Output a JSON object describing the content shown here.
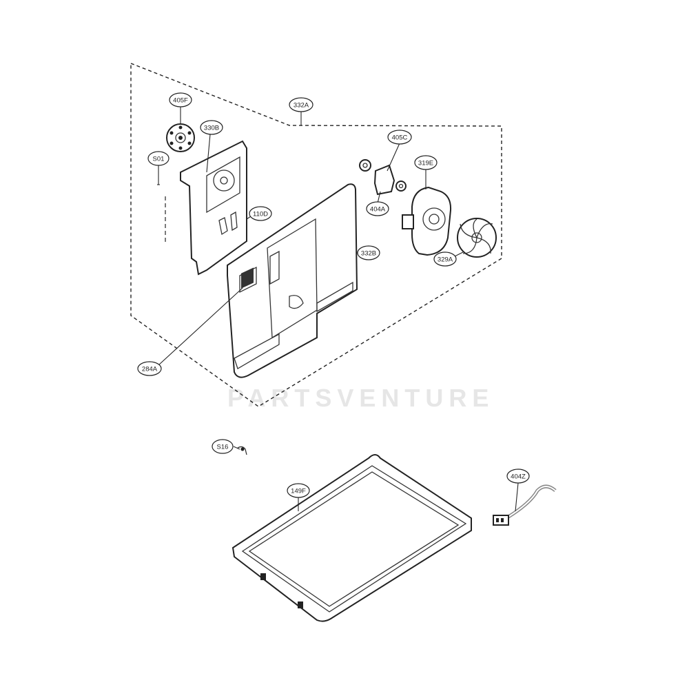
{
  "watermark": "PARTSVENTURE",
  "callouts": [
    {
      "id": "405F",
      "label": "405F"
    },
    {
      "id": "330B",
      "label": "330B"
    },
    {
      "id": "S01",
      "label": "S01"
    },
    {
      "id": "332A",
      "label": "332A"
    },
    {
      "id": "405C",
      "label": "405C"
    },
    {
      "id": "319E",
      "label": "319E"
    },
    {
      "id": "404A",
      "label": "404A"
    },
    {
      "id": "110D",
      "label": "110D"
    },
    {
      "id": "332B",
      "label": "332B"
    },
    {
      "id": "329A",
      "label": "329A"
    },
    {
      "id": "284A",
      "label": "284A"
    },
    {
      "id": "S16",
      "label": "S16"
    },
    {
      "id": "404Z",
      "label": "404Z"
    },
    {
      "id": "149F",
      "label": "149F"
    }
  ]
}
